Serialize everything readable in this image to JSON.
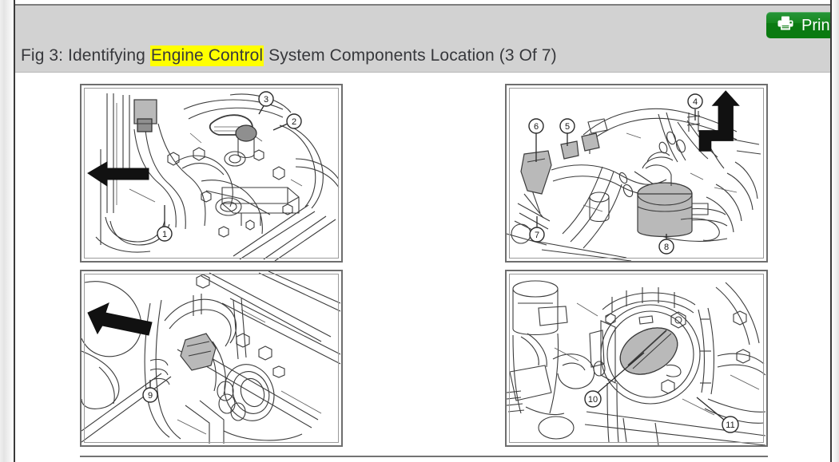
{
  "window": {
    "background_color": "#ffffff",
    "page_background": "#ffffff",
    "header_band_color": "#d2d2d2",
    "border_color": "#3a3a3a"
  },
  "toolbar": {
    "print_button": {
      "label": "Print",
      "icon": "printer-icon",
      "background_color": "#0f8016",
      "text_color": "#ffffff",
      "clipped_at_right_edge": true
    }
  },
  "figure": {
    "title_prefix": "Fig 3: Identifying ",
    "title_highlight": "Engine Control",
    "title_suffix": " System Components Location (3 Of 7)",
    "highlight_color": "#ffff00",
    "title_color": "#37383c",
    "full_title": "Fig 3: Identifying Engine Control System Components Location (3 Of 7)"
  },
  "panels": [
    {
      "id": "panel-1",
      "position": "top-left",
      "description": "Engine bay line drawing with hoses, wiring harness and canister",
      "callouts": [
        "1",
        "2",
        "3"
      ],
      "direction_arrow": "left"
    },
    {
      "id": "panel-2",
      "position": "top-right",
      "description": "Engine bay line drawing with hoses, connectors and cylindrical canister",
      "callouts": [
        "4",
        "5",
        "6",
        "7",
        "8"
      ],
      "direction_arrow": "up-right"
    },
    {
      "id": "panel-3",
      "position": "bottom-left",
      "description": "Engine bay line drawing with hoses and valve",
      "callouts": [
        "9"
      ],
      "direction_arrow": "down-left"
    },
    {
      "id": "panel-4",
      "position": "bottom-right",
      "description": "Throttle body assembly line drawing",
      "callouts": [
        "10",
        "11"
      ],
      "direction_arrow": "none"
    }
  ],
  "footer": {
    "divider_visible": true
  }
}
